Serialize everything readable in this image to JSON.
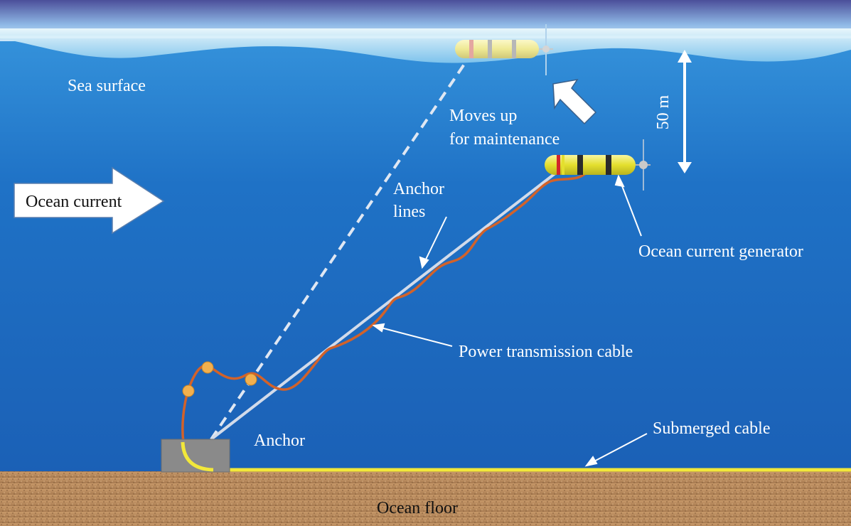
{
  "labels": {
    "sea_surface": "Sea surface",
    "moves_up_line1": "Moves up",
    "moves_up_line2": "for maintenance",
    "depth": "50 m",
    "ocean_current": "Ocean current",
    "anchor_lines_line1": "Anchor",
    "anchor_lines_line2": "lines",
    "generator": "Ocean current generator",
    "power_cable": "Power transmission cable",
    "anchor": "Anchor",
    "submerged_cable": "Submerged cable",
    "ocean_floor": "Ocean floor"
  },
  "colors": {
    "sea_top": "#2a86d2",
    "sea_bottom": "#1a5fb5",
    "floor": "#b98a5c",
    "cable": "#d2622a",
    "submerged_cable": "#f2e83a",
    "generator_body": "#e9e63c",
    "anchor_block": "#8a8a8a",
    "anchor_line": "#cfd8e8"
  }
}
